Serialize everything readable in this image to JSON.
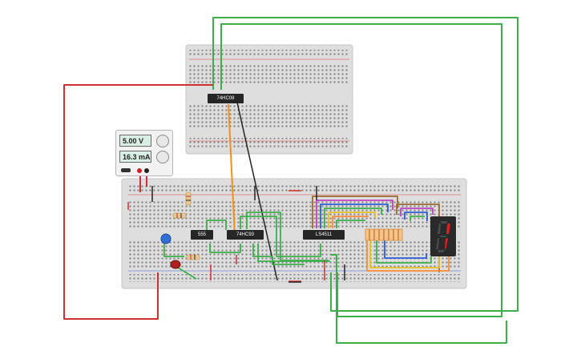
{
  "psu": {
    "voltage": "5.00 V",
    "current": "16.3 mA"
  },
  "chips": {
    "top": "74HC08",
    "timer": "555",
    "counter": "74HC93",
    "decoder": "LS4511"
  },
  "display": {
    "digit": "1",
    "segment_color": "#e02020"
  },
  "colors": {
    "wire_red": "#d23030",
    "wire_green": "#3bb04a",
    "wire_orange": "#f0901a",
    "wire_black": "#222222"
  }
}
